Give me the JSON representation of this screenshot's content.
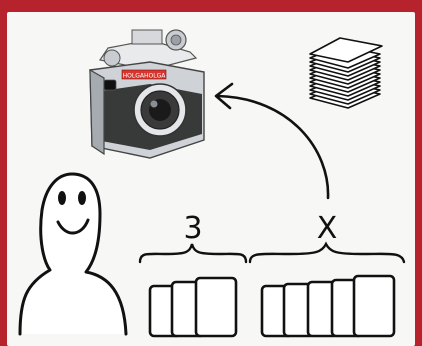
{
  "colors": {
    "frame": "#b6232c",
    "panel": "#f7f7f5",
    "ink": "#111111",
    "camera_body": "#cfd2d6",
    "camera_leather": "#2b2b2b",
    "camera_badge": "#d8362e"
  },
  "diagram": {
    "group_left_count_label": "3",
    "group_right_count_label": "X",
    "camera_badge_text": "HOLGAHOLGA",
    "icons": [
      "camera-icon",
      "paper-stack-icon",
      "person-icon",
      "card-icon",
      "arrow-icon",
      "brace-icon"
    ]
  }
}
